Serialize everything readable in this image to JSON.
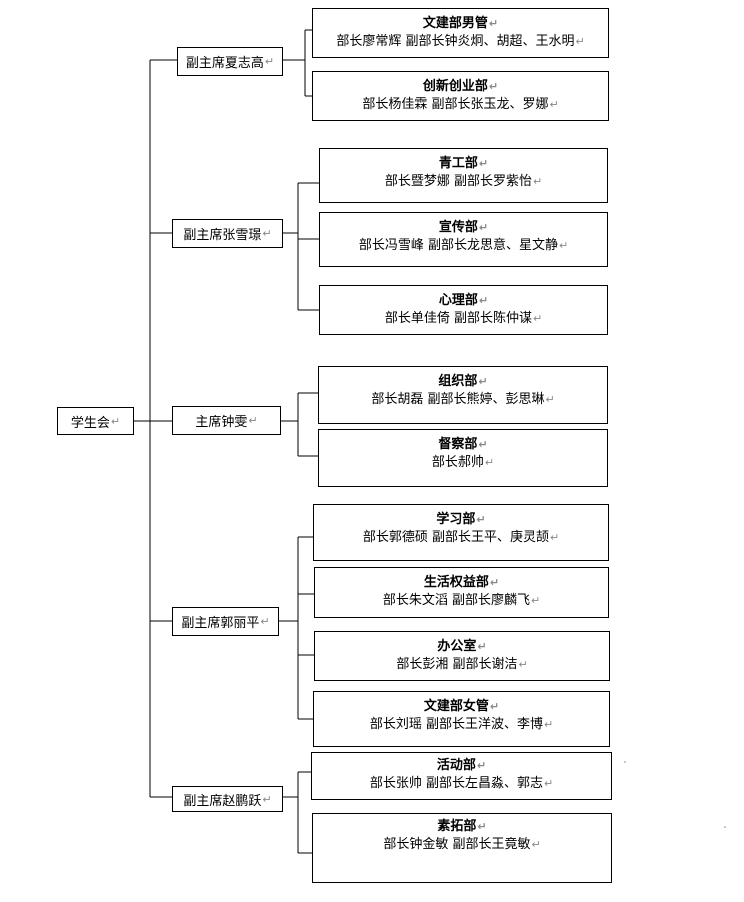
{
  "root": {
    "label": "学生会"
  },
  "return_mark": "↵",
  "groups": [
    {
      "vp": "副主席夏志高",
      "depts": [
        {
          "name": "文建部男管",
          "members": "部长廖常辉 副部长钟炎炯、胡超、王水明"
        },
        {
          "name": "创新创业部",
          "members": "部长杨佳霖 副部长张玉龙、罗娜"
        }
      ]
    },
    {
      "vp": "副主席张雪璟",
      "depts": [
        {
          "name": "青工部",
          "members": "部长暨梦娜 副部长罗紫怡"
        },
        {
          "name": "宣传部",
          "members": "部长冯雪峰 副部长龙思意、星文静"
        },
        {
          "name": "心理部",
          "members": "部长单佳倚 副部长陈仲谋"
        }
      ]
    },
    {
      "vp": "主席钟雯",
      "depts": [
        {
          "name": "组织部",
          "members": "部长胡磊 副部长熊婷、彭思琳"
        },
        {
          "name": "督察部",
          "members": "部长郝帅"
        }
      ]
    },
    {
      "vp": "副主席郭丽平",
      "depts": [
        {
          "name": "学习部",
          "members": "部长郭德硕 副部长王平、庚灵颉"
        },
        {
          "name": "生活权益部",
          "members": "部长朱文滔 副部长廖麟飞"
        },
        {
          "name": "办公室",
          "members": "部长彭湘 副部长谢洁"
        },
        {
          "name": "文建部女管",
          "members": "部长刘瑶 副部长王洋波、李博"
        }
      ]
    },
    {
      "vp": "副主席赵鹏跃",
      "depts": [
        {
          "name": "活动部",
          "members": "部长张帅 副部长左昌淼、郭志"
        },
        {
          "name": "素拓部",
          "members": "部长钟金敏 副部长王竟敏"
        }
      ]
    }
  ]
}
